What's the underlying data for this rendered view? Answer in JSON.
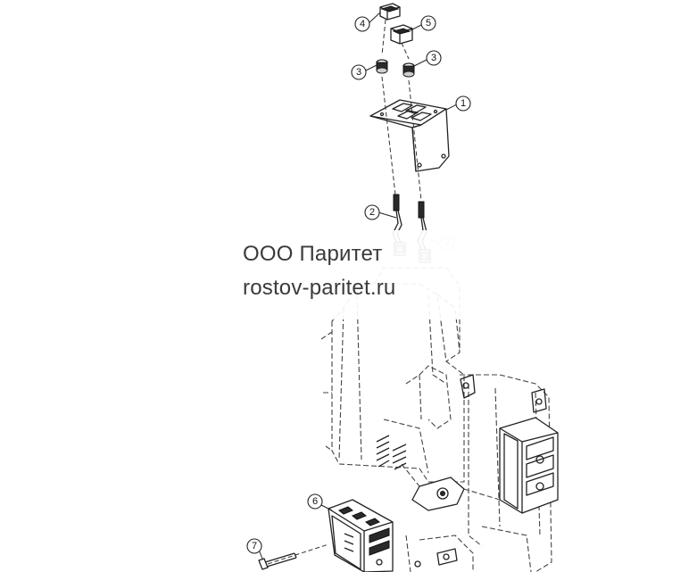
{
  "watermark": {
    "company": "ООО Паритет",
    "site": "rostov-paritet.ru"
  },
  "callouts": [
    {
      "id": "callout-1",
      "label": "1"
    },
    {
      "id": "callout-2a",
      "label": "2"
    },
    {
      "id": "callout-2b",
      "label": "2"
    },
    {
      "id": "callout-3a",
      "label": "3"
    },
    {
      "id": "callout-3b",
      "label": "3"
    },
    {
      "id": "callout-4",
      "label": "4"
    },
    {
      "id": "callout-5",
      "label": "5"
    },
    {
      "id": "callout-6",
      "label": "6"
    },
    {
      "id": "callout-7",
      "label": "7"
    }
  ],
  "colors": {
    "line": "#222222",
    "watermark": "#3a3a3a",
    "faded": "#bbbbbb"
  }
}
